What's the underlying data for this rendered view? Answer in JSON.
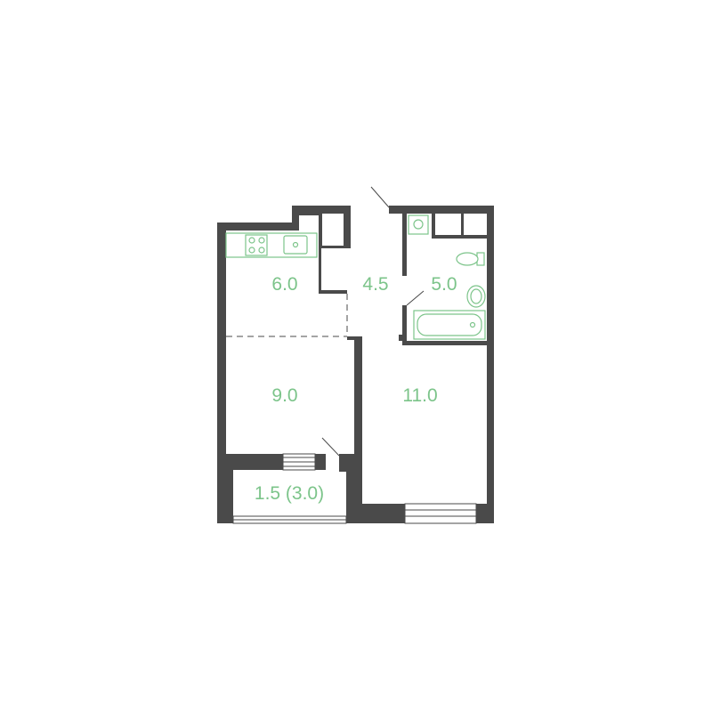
{
  "floorplan": {
    "rooms": [
      {
        "id": "kitchen",
        "area": "6.0"
      },
      {
        "id": "hallway",
        "area": "4.5"
      },
      {
        "id": "bathroom",
        "area": "5.0"
      },
      {
        "id": "room-small",
        "area": "9.0"
      },
      {
        "id": "room-large",
        "area": "11.0"
      },
      {
        "id": "balcony",
        "area": "1.5 (3.0)"
      }
    ],
    "colors": {
      "walls": "#4a4a4a",
      "labels": "#7cc48a",
      "background": "#ffffff"
    },
    "icons": [
      "stove-icon",
      "sink-icon",
      "washbasin-icon",
      "toilet-icon",
      "bathtub-icon",
      "door-swing-icon",
      "window-icon"
    ]
  }
}
